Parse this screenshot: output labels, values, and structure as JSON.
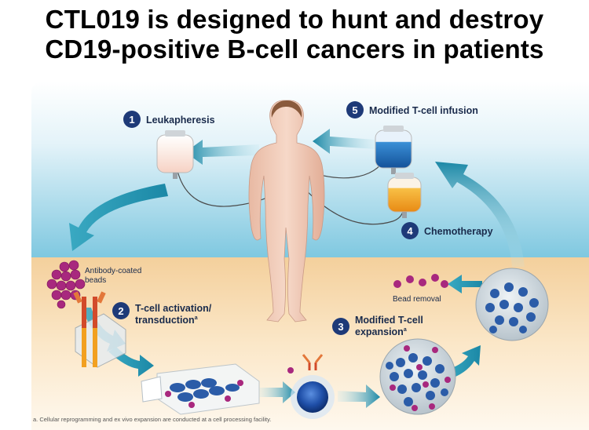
{
  "title": {
    "line1": "CTL019 is designed to hunt and destroy",
    "line2": "CD19-positive B-cell cancers in patients"
  },
  "steps": [
    {
      "number": "1",
      "label": "Leukapheresis"
    },
    {
      "number": "2",
      "label_line1": "T-cell activation/",
      "label_line2": "transduction",
      "superscript": "a"
    },
    {
      "number": "3",
      "label_line1": "Modified T-cell",
      "label_line2": "expansion",
      "superscript": "a"
    },
    {
      "number": "4",
      "label": "Chemotherapy"
    },
    {
      "number": "5",
      "label": "Modified T-cell infusion"
    }
  ],
  "labels": {
    "beads_line1": "Antibody-coated",
    "beads_line2": "beads",
    "bead_removal": "Bead removal"
  },
  "footnote": "a. Cellular reprogramming and ex vivo expansion are conducted at a cell processing facility.",
  "colors": {
    "step_circle": "#1e3a78",
    "arrow_teal": "#2a9bb5",
    "sky_top": "#ffffff",
    "sky_bottom": "#7fc8e0",
    "lab_top": "#f6d7a6",
    "lab_bottom": "#fdf3e3",
    "bead": "#a8287e",
    "tcell": "#2b5ca8",
    "bag_blue": "#1d6fb8",
    "bag_orange": "#f2a020",
    "skin": "#f3d3c0"
  }
}
